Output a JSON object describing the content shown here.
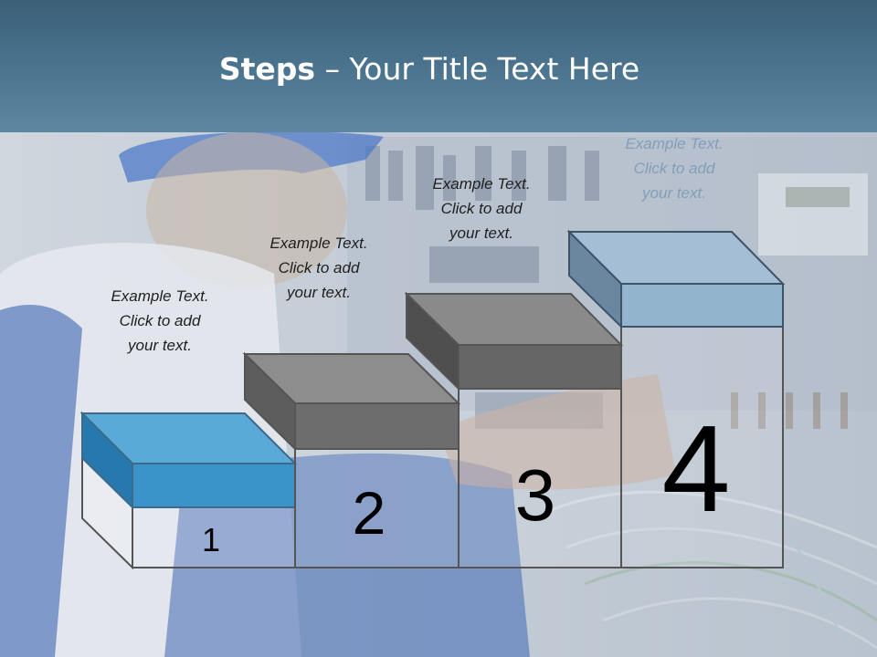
{
  "title": {
    "bold": "Steps",
    "rest": " – Your Title Text Here"
  },
  "steps": [
    {
      "number": "1",
      "caption": [
        "Example Text.",
        "Click  to add",
        "your text."
      ],
      "color": "#3a94c9"
    },
    {
      "number": "2",
      "caption": [
        "Example Text.",
        "Click  to add",
        "your text."
      ],
      "color": "#6d6d6d"
    },
    {
      "number": "3",
      "caption": [
        "Example Text.",
        "Click  to add",
        "your text."
      ],
      "color": "#666666"
    },
    {
      "number": "4",
      "caption": [
        "Example Text.",
        "Click  to add",
        "your text."
      ],
      "color": "#93b4cd"
    }
  ],
  "colors": {
    "header": "#4c7590",
    "box_outline": "#4a4a4a"
  }
}
